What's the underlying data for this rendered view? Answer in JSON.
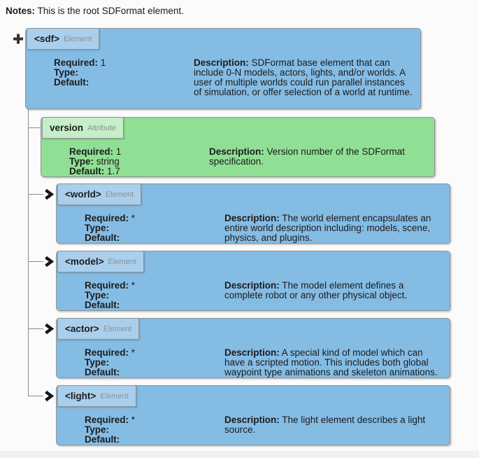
{
  "page": {
    "notes_label": "Notes:",
    "notes_text": " This is the root SDFormat element."
  },
  "labels": {
    "required": "Required:",
    "type": "Type:",
    "default": "Default:",
    "description": "Description:"
  },
  "icons": {
    "expand_icon": "plus",
    "child_arrow_icon": "chevron-right"
  },
  "colors": {
    "element_body": "#85bce4",
    "element_tab": "#aacfec",
    "attribute_body": "#90df95",
    "attribute_tab": "#c6eec8",
    "connector": "#8a8a8a",
    "ink": "#1b1b1b",
    "kind_ink": "#8b9196",
    "page_bg": "#fbfbfb",
    "footer_bg": "#f1f1f2"
  },
  "nodes": [
    {
      "tag": "<sdf>",
      "kind": "Element",
      "required": "1",
      "type": "",
      "default": "",
      "description": "SDFormat base element that can include 0-N models, actors, lights, and/or worlds. A user of multiple worlds could run parallel instances of simulation, or offer selection of a world at runtime."
    },
    {
      "tag": "version",
      "kind": "Attribute",
      "required": "1",
      "type": "string",
      "default": "1.7",
      "description": "Version number of the SDFormat specification."
    },
    {
      "tag": "<world>",
      "kind": "Element",
      "required": "*",
      "type": "",
      "default": "",
      "description": "The world element encapsulates an entire world description including: models, scene, physics, and plugins."
    },
    {
      "tag": "<model>",
      "kind": "Element",
      "required": "*",
      "type": "",
      "default": "",
      "description": "The model element defines a complete robot or any other physical object."
    },
    {
      "tag": "<actor>",
      "kind": "Element",
      "required": "*",
      "type": "",
      "default": "",
      "description": "A special kind of model which can have a scripted motion. This includes both global waypoint type animations and skeleton animations."
    },
    {
      "tag": "<light>",
      "kind": "Element",
      "required": "*",
      "type": "",
      "default": "",
      "description": "The light element describes a light source."
    }
  ]
}
